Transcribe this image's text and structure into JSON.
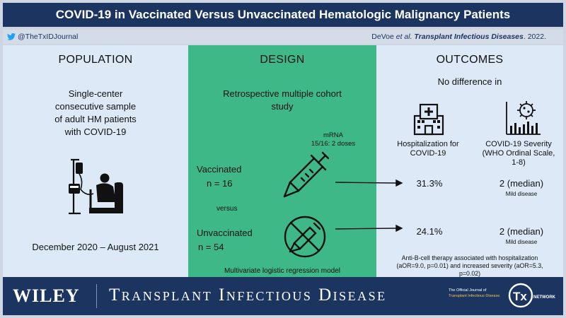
{
  "title": "COVID-19 in Vaccinated Versus Unvaccinated Hematologic Malignancy Patients",
  "handle": "@TheTxIDJournal",
  "citation": {
    "authors": "DeVoe ",
    "etal": "et al.",
    "journal": "Transplant Infectious Diseases",
    "year": ". 2022."
  },
  "population": {
    "header": "POPULATION",
    "lines": [
      "Single-center",
      "consecutive sample",
      "of adult HM patients",
      "with COVID-19"
    ],
    "dates": "December 2020 – August 2021",
    "icon": "infusion-chair-icon"
  },
  "design": {
    "header": "DESIGN",
    "lines": [
      "Retrospective multiple cohort",
      "study"
    ],
    "mrna": [
      "mRNA",
      "15/16: 2 doses"
    ],
    "vaccinated": [
      "Vaccinated",
      "n = 16"
    ],
    "versus": "versus",
    "unvaccinated": [
      "Unvaccinated",
      "n = 54"
    ],
    "model": "Multivariate logistic regression model"
  },
  "outcomes": {
    "header": "OUTCOMES",
    "no_diff": "No difference in",
    "hosp_label": [
      "Hospitalization for",
      "COVID-19"
    ],
    "sev_label": [
      "COVID-19 Severity",
      "(WHO Ordinal Scale,",
      "1-8)"
    ],
    "vacc_hosp": "31.3%",
    "vacc_sev": "2 (median)",
    "vacc_sev_note": "Mild disease",
    "unvacc_hosp": "24.1%",
    "unvacc_sev": "2 (median)",
    "unvacc_sev_note": "Mild disease",
    "note": [
      "Anti-B-cell therapy associated with hospitalization",
      "(aOR=9.0, p=0.01) and increased severity (aOR=5.3,",
      "p=0.02)"
    ]
  },
  "footer": {
    "publisher": "WILEY",
    "journal": "Transplant Infectious Disease",
    "official": "The Official Journal of",
    "official_journal": "Transplant Infectious Disease",
    "tx_logo": "Tx",
    "tx_sub": "NETWORK"
  },
  "colors": {
    "navy": "#1b3560",
    "green": "#3fb888",
    "panel": "#dde9f7"
  }
}
